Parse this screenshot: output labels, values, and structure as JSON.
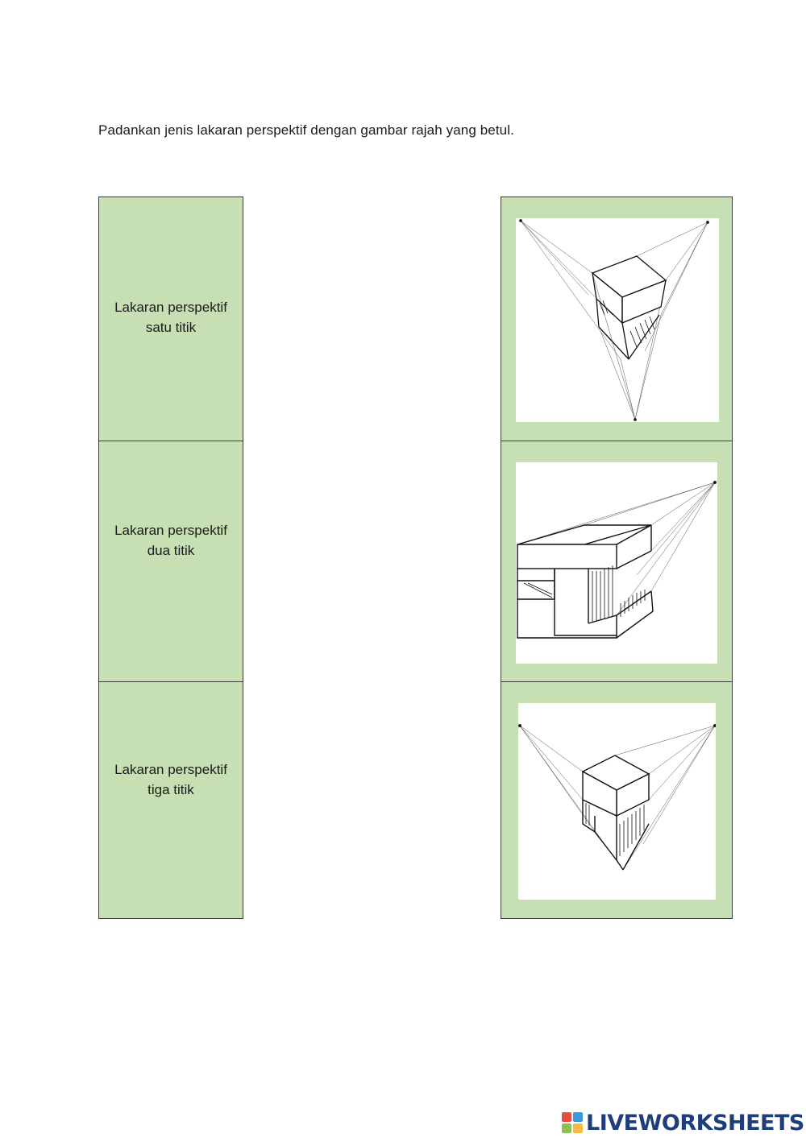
{
  "instruction": "Padankan jenis lakaran perspektif dengan gambar rajah yang betul.",
  "labels": [
    {
      "line1": "Lakaran perspektif",
      "line2": "satu titik"
    },
    {
      "line1": "Lakaran perspektif",
      "line2": "dua titik"
    },
    {
      "line1": "Lakaran perspektif",
      "line2": "tiga titik"
    }
  ],
  "images": [
    {
      "icon": "three-point-perspective-sketch-icon"
    },
    {
      "icon": "one-point-perspective-sketch-icon"
    },
    {
      "icon": "two-point-perspective-sketch-icon"
    }
  ],
  "colors": {
    "cell_green": "#c6e0b4",
    "border": "#3a3a3a",
    "brand_blue": "#1f3d7a"
  },
  "brand": {
    "text": "LIVEWORKSHEETS"
  }
}
